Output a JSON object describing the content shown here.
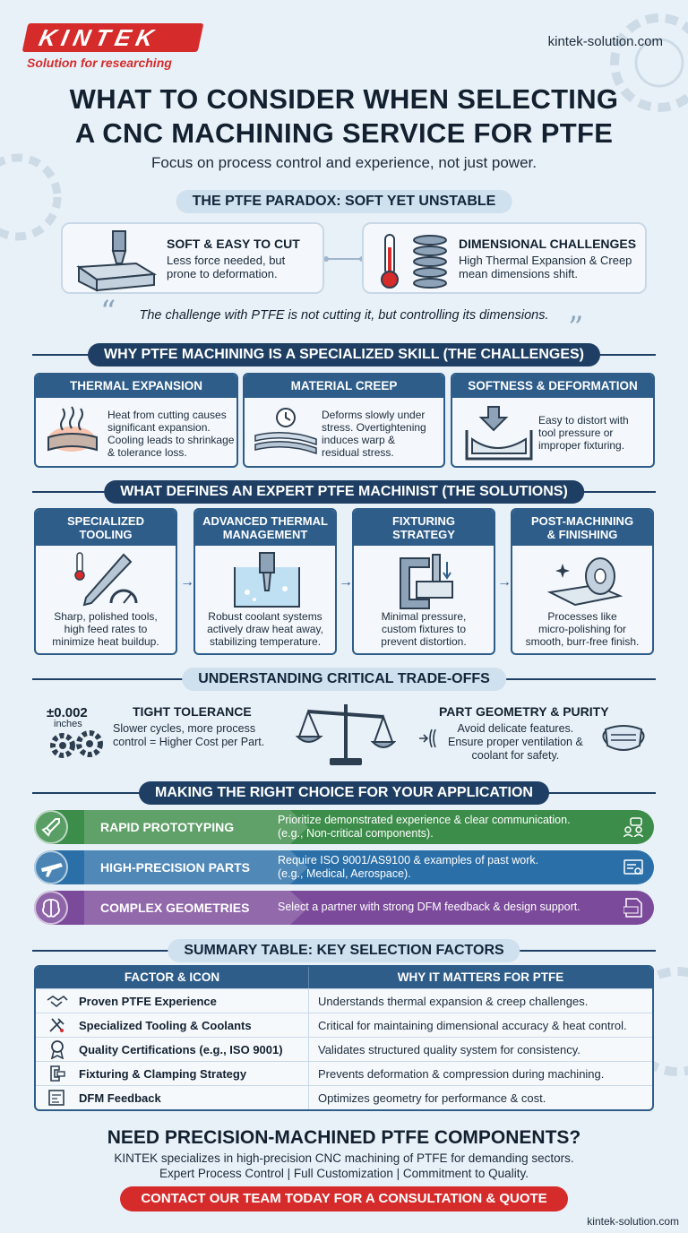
{
  "brand": {
    "logo_text": "KINTEK",
    "tagline": "Solution for researching",
    "site": "kintek-solution.com",
    "accent": "#d62b2b",
    "navy": "#2e5d8a"
  },
  "header": {
    "title_line1": "WHAT TO CONSIDER WHEN SELECTING",
    "title_line2": "A CNC MACHINING SERVICE FOR PTFE",
    "subtitle": "Focus on process control and experience, not just power."
  },
  "paradox": {
    "heading": "THE PTFE PARADOX: SOFT YET UNSTABLE",
    "cards": [
      {
        "title": "SOFT & EASY TO CUT",
        "line1": "Less force needed, but",
        "line2": "prone to deformation.",
        "icon": "cutting-tool-icon"
      },
      {
        "title": "DIMENSIONAL CHALLENGES",
        "line1": "High Thermal Expansion & Creep",
        "line2": "mean dimensions shift.",
        "icon": "thermometer-spring-icon"
      }
    ],
    "quote": "The challenge with PTFE is not cutting it, but controlling its dimensions."
  },
  "challenges": {
    "heading": "WHY PTFE MACHINING IS A SPECIALIZED SKILL (THE CHALLENGES)",
    "items": [
      {
        "title": "THERMAL EXPANSION",
        "lines": [
          "Heat from cutting causes",
          "significant expansion.",
          "Cooling leads to shrinkage",
          "& tolerance loss."
        ],
        "icon": "heat-block-icon"
      },
      {
        "title": "MATERIAL CREEP",
        "lines": [
          "Deforms slowly under",
          "stress. Overtightening",
          "induces warp &",
          "residual stress."
        ],
        "icon": "clock-layers-icon"
      },
      {
        "title": "SOFTNESS & DEFORMATION",
        "lines": [
          "Easy to distort with",
          "tool pressure or",
          "improper fixturing."
        ],
        "icon": "press-deform-icon"
      }
    ]
  },
  "solutions": {
    "heading": "WHAT DEFINES AN EXPERT PTFE MACHINIST (THE SOLUTIONS)",
    "items": [
      {
        "title1": "SPECIALIZED",
        "title2": "TOOLING",
        "lines": [
          "Sharp, polished tools,",
          "high feed rates to",
          "minimize heat buildup."
        ],
        "icon": "polished-tool-icon"
      },
      {
        "title1": "ADVANCED THERMAL",
        "title2": "MANAGEMENT",
        "lines": [
          "Robust coolant systems",
          "actively draw heat away,",
          "stabilizing temperature."
        ],
        "icon": "coolant-icon"
      },
      {
        "title1": "FIXTURING",
        "title2": "STRATEGY",
        "lines": [
          "Minimal pressure,",
          "custom fixtures to",
          "prevent distortion."
        ],
        "icon": "clamp-icon"
      },
      {
        "title1": "POST-MACHINING",
        "title2": "& FINISHING",
        "lines": [
          "Processes like",
          "micro-polishing for",
          "smooth, burr-free finish."
        ],
        "icon": "polishing-wheel-icon"
      }
    ]
  },
  "tradeoffs": {
    "heading": "UNDERSTANDING CRITICAL TRADE-OFFS",
    "tolerance_value": "±0.002",
    "tolerance_unit": "inches",
    "left_title": "TIGHT TOLERANCE",
    "left_line1": "Slower cycles, more process",
    "left_line2": "control = Higher Cost per Part.",
    "right_title": "PART GEOMETRY & PURITY",
    "right_line1": "Avoid delicate features.",
    "right_line2": "Ensure proper ventilation &",
    "right_line3": "coolant for safety."
  },
  "choice": {
    "heading": "MAKING THE RIGHT CHOICE FOR YOUR APPLICATION",
    "items": [
      {
        "label": "RAPID PROTOTYPING",
        "line1": "Prioritize demonstrated experience & clear communication.",
        "line2": "(e.g., Non-critical components).",
        "color": "#3d8d4a",
        "icon": "rocket-icon"
      },
      {
        "label": "HIGH-PRECISION PARTS",
        "line1": "Require ISO 9001/AS9100 & examples of past work.",
        "line2": "(e.g., Medical, Aerospace).",
        "color": "#2a6fa8",
        "icon": "airplane-icon"
      },
      {
        "label": "COMPLEX GEOMETRIES",
        "line1": "Select a partner with strong DFM feedback & design support.",
        "line2": "",
        "color": "#7b4a9a",
        "icon": "brain-icon"
      }
    ]
  },
  "summary": {
    "heading": "SUMMARY TABLE: KEY SELECTION FACTORS",
    "col1": "FACTOR & ICON",
    "col2": "WHY IT MATTERS FOR PTFE",
    "rows": [
      {
        "factor": "Proven PTFE Experience",
        "why": "Understands thermal expansion & creep challenges.",
        "icon": "handshake-icon"
      },
      {
        "factor": "Specialized Tooling & Coolants",
        "why": "Critical for maintaining dimensional accuracy & heat control.",
        "icon": "tools-icon"
      },
      {
        "factor": "Quality Certifications (e.g., ISO 9001)",
        "why": "Validates structured quality system for consistency.",
        "icon": "certificate-badge-icon"
      },
      {
        "factor": "Fixturing & Clamping Strategy",
        "why": "Prevents deformation & compression during machining.",
        "icon": "clamp-icon"
      },
      {
        "factor": "DFM Feedback",
        "why": "Optimizes geometry for performance & cost.",
        "icon": "blueprint-icon"
      }
    ]
  },
  "footer": {
    "title": "NEED PRECISION-MACHINED PTFE COMPONENTS?",
    "line1": "KINTEK specializes in high-precision CNC machining of PTFE for demanding sectors.",
    "line2": "Expert Process Control | Full Customization | Commitment to Quality.",
    "cta": "CONTACT OUR TEAM TODAY FOR A CONSULTATION & QUOTE",
    "site": "kintek-solution.com"
  }
}
